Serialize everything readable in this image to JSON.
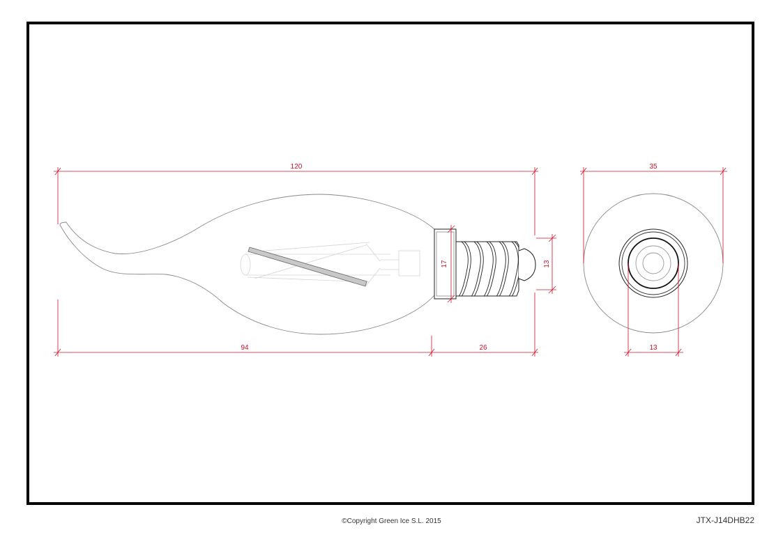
{
  "drawing": {
    "dimensions": {
      "overall_length": "120",
      "bulb_length": "94",
      "base_length": "26",
      "collar_diameter": "17",
      "thread_diameter": "13",
      "bulb_diameter": "35",
      "socket_diameter": "13"
    },
    "colors": {
      "dimension_line": "#d0102a",
      "outline": "#777777",
      "thread": "#222222",
      "frame": "#000000"
    }
  },
  "footer": {
    "copyright": "©Copyright Green Ice S.L. 2015",
    "product_code": "JTX-J14DHB22"
  }
}
